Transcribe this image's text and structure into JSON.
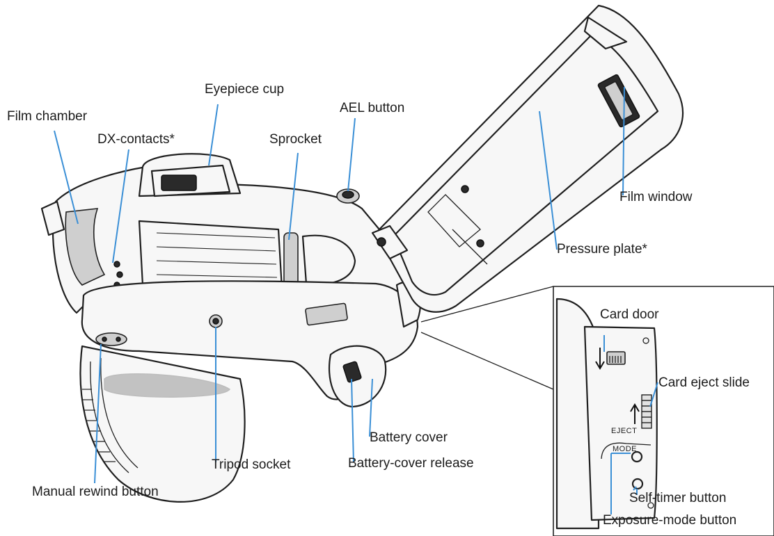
{
  "labels": {
    "film_chamber": "Film chamber",
    "dx_contacts": "DX-contacts*",
    "eyepiece_cup": "Eyepiece cup",
    "sprocket": "Sprocket",
    "ael_button": "AEL button",
    "film_window": "Film window",
    "pressure_plate": "Pressure plate*",
    "card_door": "Card door",
    "card_eject_slide": "Card eject slide",
    "battery_cover": "Battery cover",
    "battery_cover_release": "Battery-cover release",
    "tripod_socket": "Tripod socket",
    "manual_rewind_button": "Manual rewind button",
    "self_timer_button": "Self-timer button",
    "exposure_mode_button": "Exposure-mode button"
  },
  "inset_text": {
    "eject": "EJECT",
    "mode": "MODE"
  },
  "colors": {
    "leader_line": "#3a8fd6",
    "outline": "#1f1f1f"
  }
}
